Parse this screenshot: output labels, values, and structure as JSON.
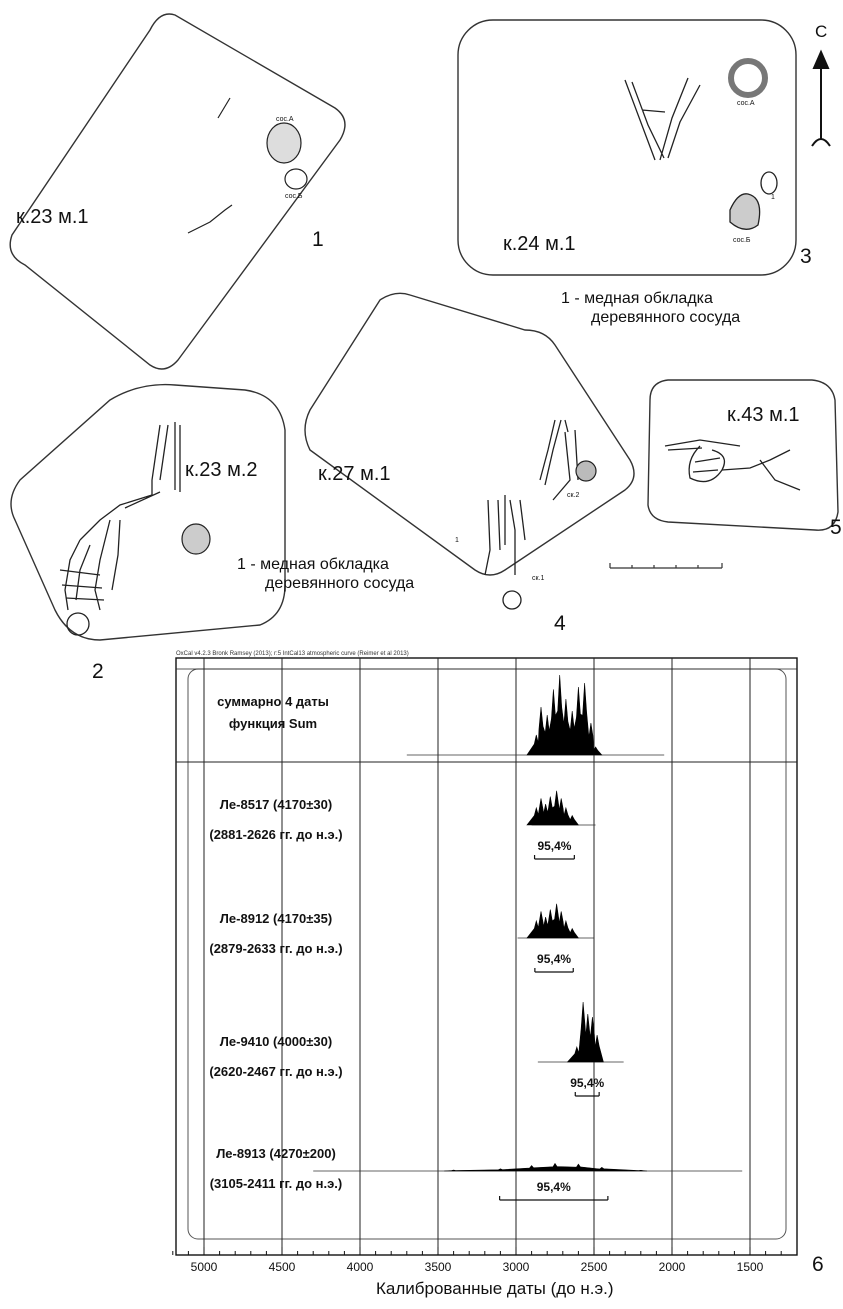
{
  "burials": [
    {
      "label": "к.23 м.1",
      "figure_number": "1",
      "vessels": [
        "сос.А",
        "сос.Б"
      ]
    },
    {
      "label": "к.23 м.2",
      "figure_number": "2"
    },
    {
      "label": "к.24 м.1",
      "figure_number": "3",
      "vessels": [
        "сос.А",
        "сос.Б"
      ],
      "marker": "1"
    },
    {
      "label": "к.27 м.1",
      "figure_number": "4",
      "vessels": [
        "ск.2",
        "ск.1"
      ],
      "marker": "1"
    },
    {
      "label": "к.43 м.1",
      "figure_number": "5"
    }
  ],
  "compass_letter": "С",
  "note_copper": [
    "1 - медная обкладка",
    "деревянного сосуда"
  ],
  "chart_figure_number": "6",
  "chart_data": {
    "type": "area",
    "header": "OxCal v4.2.3 Bronk Ramsey (2013); r:5 IntCal13 atmospheric curve (Reimer et al 2013)",
    "xlabel": "Калиброванные даты (до н.э.)",
    "x_reversed": true,
    "xlim": [
      5200,
      1300
    ],
    "xticks": [
      5000,
      4500,
      4000,
      3500,
      3000,
      2500,
      2000,
      1500
    ],
    "grid": true,
    "series": [
      {
        "name": "суммарно 4 даты функция Sum",
        "range": [
          3700,
          2050
        ],
        "peaks": [
          [
            2870,
            0.25
          ],
          [
            2840,
            0.6
          ],
          [
            2800,
            0.5
          ],
          [
            2760,
            0.82
          ],
          [
            2720,
            1.0
          ],
          [
            2680,
            0.7
          ],
          [
            2640,
            0.55
          ],
          [
            2600,
            0.85
          ],
          [
            2560,
            0.9
          ],
          [
            2520,
            0.4
          ],
          [
            2490,
            0.1
          ]
        ],
        "interval_95": null
      },
      {
        "name": "Ле-8517 (4170±30)",
        "interval": "(2881-2626 гг. до н.э.)",
        "range": [
          2900,
          2490
        ],
        "peaks": [
          [
            2870,
            0.45
          ],
          [
            2840,
            0.7
          ],
          [
            2810,
            0.55
          ],
          [
            2780,
            0.75
          ],
          [
            2740,
            0.9
          ],
          [
            2710,
            0.7
          ],
          [
            2680,
            0.45
          ],
          [
            2640,
            0.25
          ]
        ],
        "interval_95": [
          2881,
          2626
        ],
        "interval_label": "95,4%"
      },
      {
        "name": "Ле-8912 (4170±35)",
        "interval": "(2879-2633 гг. до н.э.)",
        "range": [
          2990,
          2500
        ],
        "peaks": [
          [
            2870,
            0.45
          ],
          [
            2840,
            0.7
          ],
          [
            2810,
            0.55
          ],
          [
            2780,
            0.75
          ],
          [
            2740,
            0.9
          ],
          [
            2710,
            0.7
          ],
          [
            2680,
            0.45
          ],
          [
            2640,
            0.25
          ]
        ],
        "interval_95": [
          2879,
          2633
        ],
        "interval_label": "95,4%"
      },
      {
        "name": "Ле-9410 (4000±30)",
        "interval": "(2620-2467 гг. до н.э.)",
        "range": [
          2860,
          2310
        ],
        "peaks": [
          [
            2610,
            0.25
          ],
          [
            2570,
            1.0
          ],
          [
            2540,
            0.8
          ],
          [
            2510,
            0.75
          ],
          [
            2480,
            0.45
          ]
        ],
        "interval_95": [
          2620,
          2467
        ],
        "interval_label": "95,4%"
      },
      {
        "name": "Ле-8913 (4270±200)",
        "interval": "(3105-2411 гг. до н.э.)",
        "range": [
          4300,
          1550
        ],
        "peaks": [
          [
            3400,
            0.05
          ],
          [
            3100,
            0.12
          ],
          [
            2900,
            0.3
          ],
          [
            2750,
            0.42
          ],
          [
            2600,
            0.38
          ],
          [
            2450,
            0.2
          ],
          [
            2200,
            0.04
          ]
        ],
        "interval_95": [
          3105,
          2411
        ],
        "interval_label": "95,4%"
      }
    ]
  }
}
